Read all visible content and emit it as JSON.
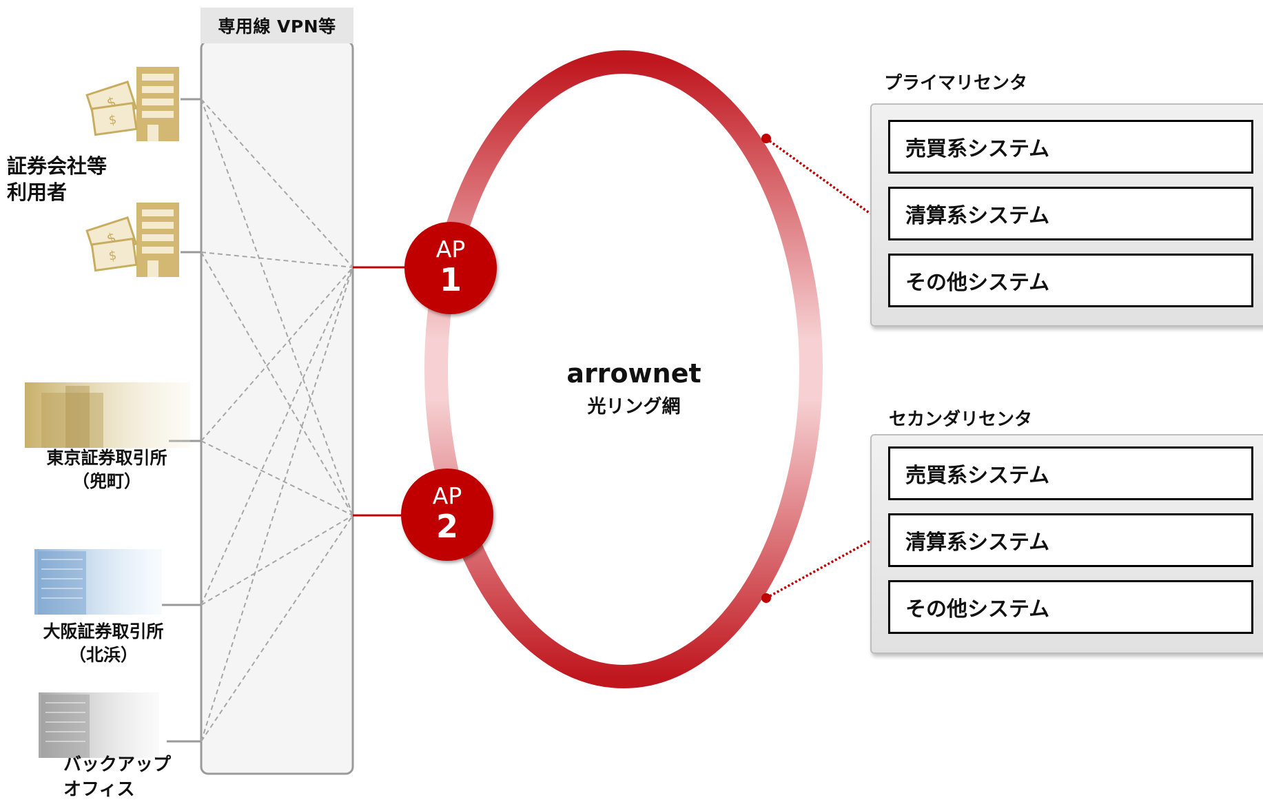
{
  "vpn_header": "専用線 VPN等",
  "user_label": [
    "証券会社等",
    "利用者"
  ],
  "tse_label": [
    "東京証券取引所",
    "（兜町）"
  ],
  "ose_label": [
    "大阪証券取引所",
    "（北浜）"
  ],
  "backup_label": [
    "バックアップ",
    "オフィス"
  ],
  "ap1": {
    "text": "AP",
    "num": "1"
  },
  "ap2": {
    "text": "AP",
    "num": "2"
  },
  "ring": {
    "title": "arrownet",
    "subtitle": "光リング網"
  },
  "primary_center": {
    "title": "プライマリセンタ",
    "systems": [
      "売買系システム",
      "清算系システム",
      "その他システム"
    ]
  },
  "secondary_center": {
    "title": "セカンダリセンタ",
    "systems": [
      "売買系システム",
      "清算系システム",
      "その他システム"
    ]
  },
  "colors": {
    "accent": "#c00000",
    "ring_dark": "#c0171f",
    "ring_light": "#f6d0d2"
  }
}
